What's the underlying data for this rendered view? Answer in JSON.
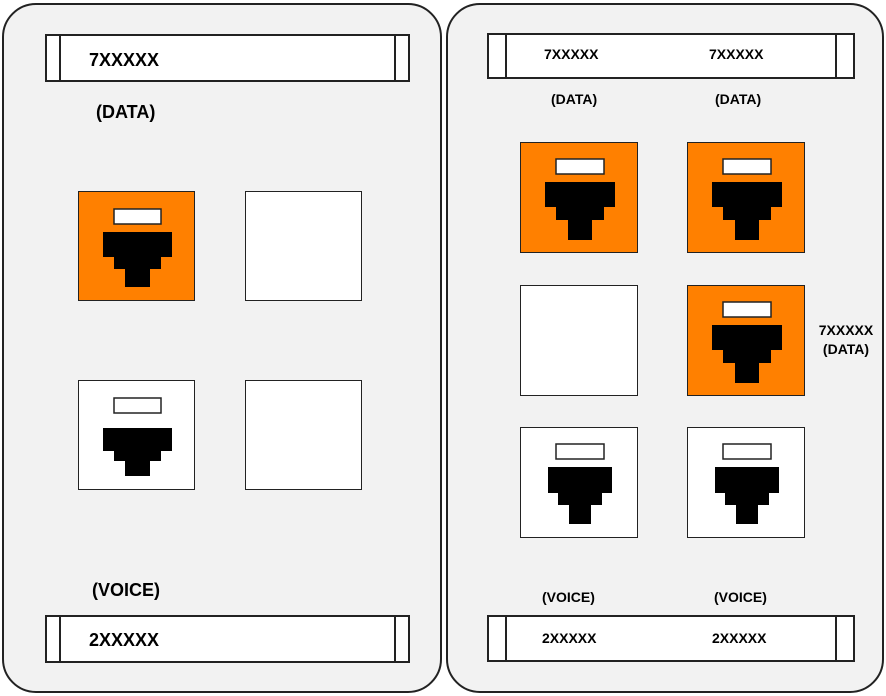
{
  "left_plate": {
    "top_label": "7XXXXX",
    "data_caption": "(DATA)",
    "voice_caption": "(VOICE)",
    "bottom_label": "2XXXXX",
    "jacks": [
      "data-jack",
      "blank",
      "voice-jack",
      "blank"
    ]
  },
  "right_plate": {
    "top_labels": [
      "7XXXXX",
      "7XXXXX"
    ],
    "data_captions": [
      "(DATA)",
      "(DATA)"
    ],
    "side_label": "7XXXXX",
    "side_caption": "(DATA)",
    "voice_captions": [
      "(VOICE)",
      "(VOICE)"
    ],
    "bottom_labels": [
      "2XXXXX",
      "2XXXXX"
    ],
    "jacks": [
      "data-jack",
      "data-jack",
      "blank",
      "data-jack",
      "voice-jack",
      "voice-jack"
    ]
  },
  "colors": {
    "data_jack": "#ff8000",
    "voice_jack": "#ffffff",
    "plate": "#f2f2f2",
    "outline": "#222222"
  },
  "icons": {
    "data_jack": "rj45-port-icon",
    "voice_jack": "rj45-port-icon"
  }
}
